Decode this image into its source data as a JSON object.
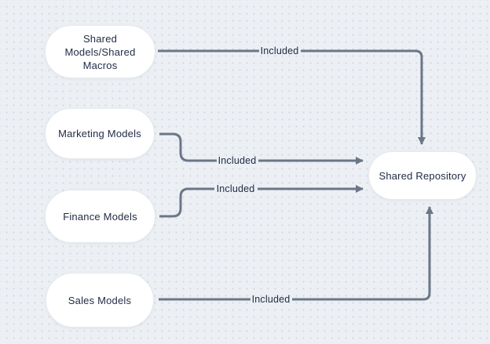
{
  "diagram": {
    "colors": {
      "background": "#ecf0f4",
      "dot_grid": "#d2d8df",
      "edge_line": "#6b7787",
      "node_fill": "#ffffff",
      "text": "#1f2a44"
    },
    "nodes": [
      {
        "id": "shared-models",
        "label": "Shared Models/Shared Macros",
        "lines": [
          "Shared",
          "Models/Shared",
          "Macros"
        ]
      },
      {
        "id": "marketing-models",
        "label": "Marketing Models"
      },
      {
        "id": "finance-models",
        "label": "Finance Models"
      },
      {
        "id": "sales-models",
        "label": "Sales Models"
      },
      {
        "id": "shared-repository",
        "label": "Shared Repository"
      }
    ],
    "edges": [
      {
        "from": "Shared Models/Shared Macros",
        "to": "Shared Repository",
        "label": "Included"
      },
      {
        "from": "Marketing Models",
        "to": "Shared Repository",
        "label": "Included"
      },
      {
        "from": "Finance Models",
        "to": "Shared Repository",
        "label": "Included"
      },
      {
        "from": "Sales Models",
        "to": "Shared Repository",
        "label": "Included"
      }
    ]
  }
}
